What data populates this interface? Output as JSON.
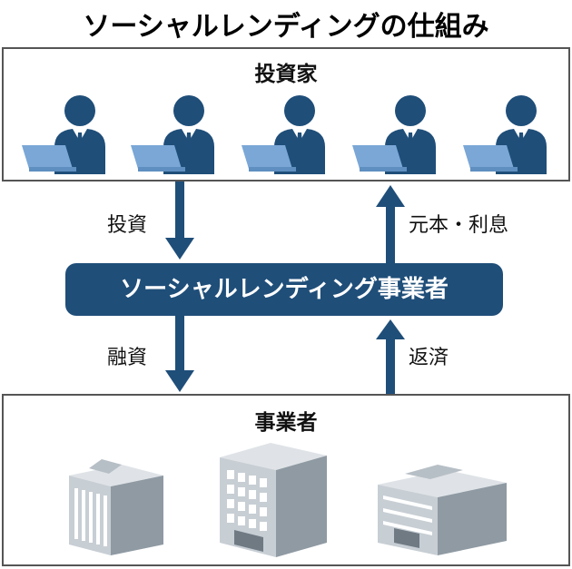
{
  "title": "ソーシャルレンディングの仕組み",
  "investors": {
    "label": "投資家"
  },
  "platform": {
    "label": "ソーシャルレンディング事業者"
  },
  "businesses": {
    "label": "事業者"
  },
  "flows": {
    "invest": "投資",
    "principal_interest": "元本・利息",
    "financing": "融資",
    "repayment": "返済"
  },
  "colors": {
    "navy": "#1f4e79",
    "suit": "#1f4e79",
    "laptop": "#7aa7d6",
    "building_light": "#c7ced4",
    "building_dark": "#8f9aa3"
  }
}
